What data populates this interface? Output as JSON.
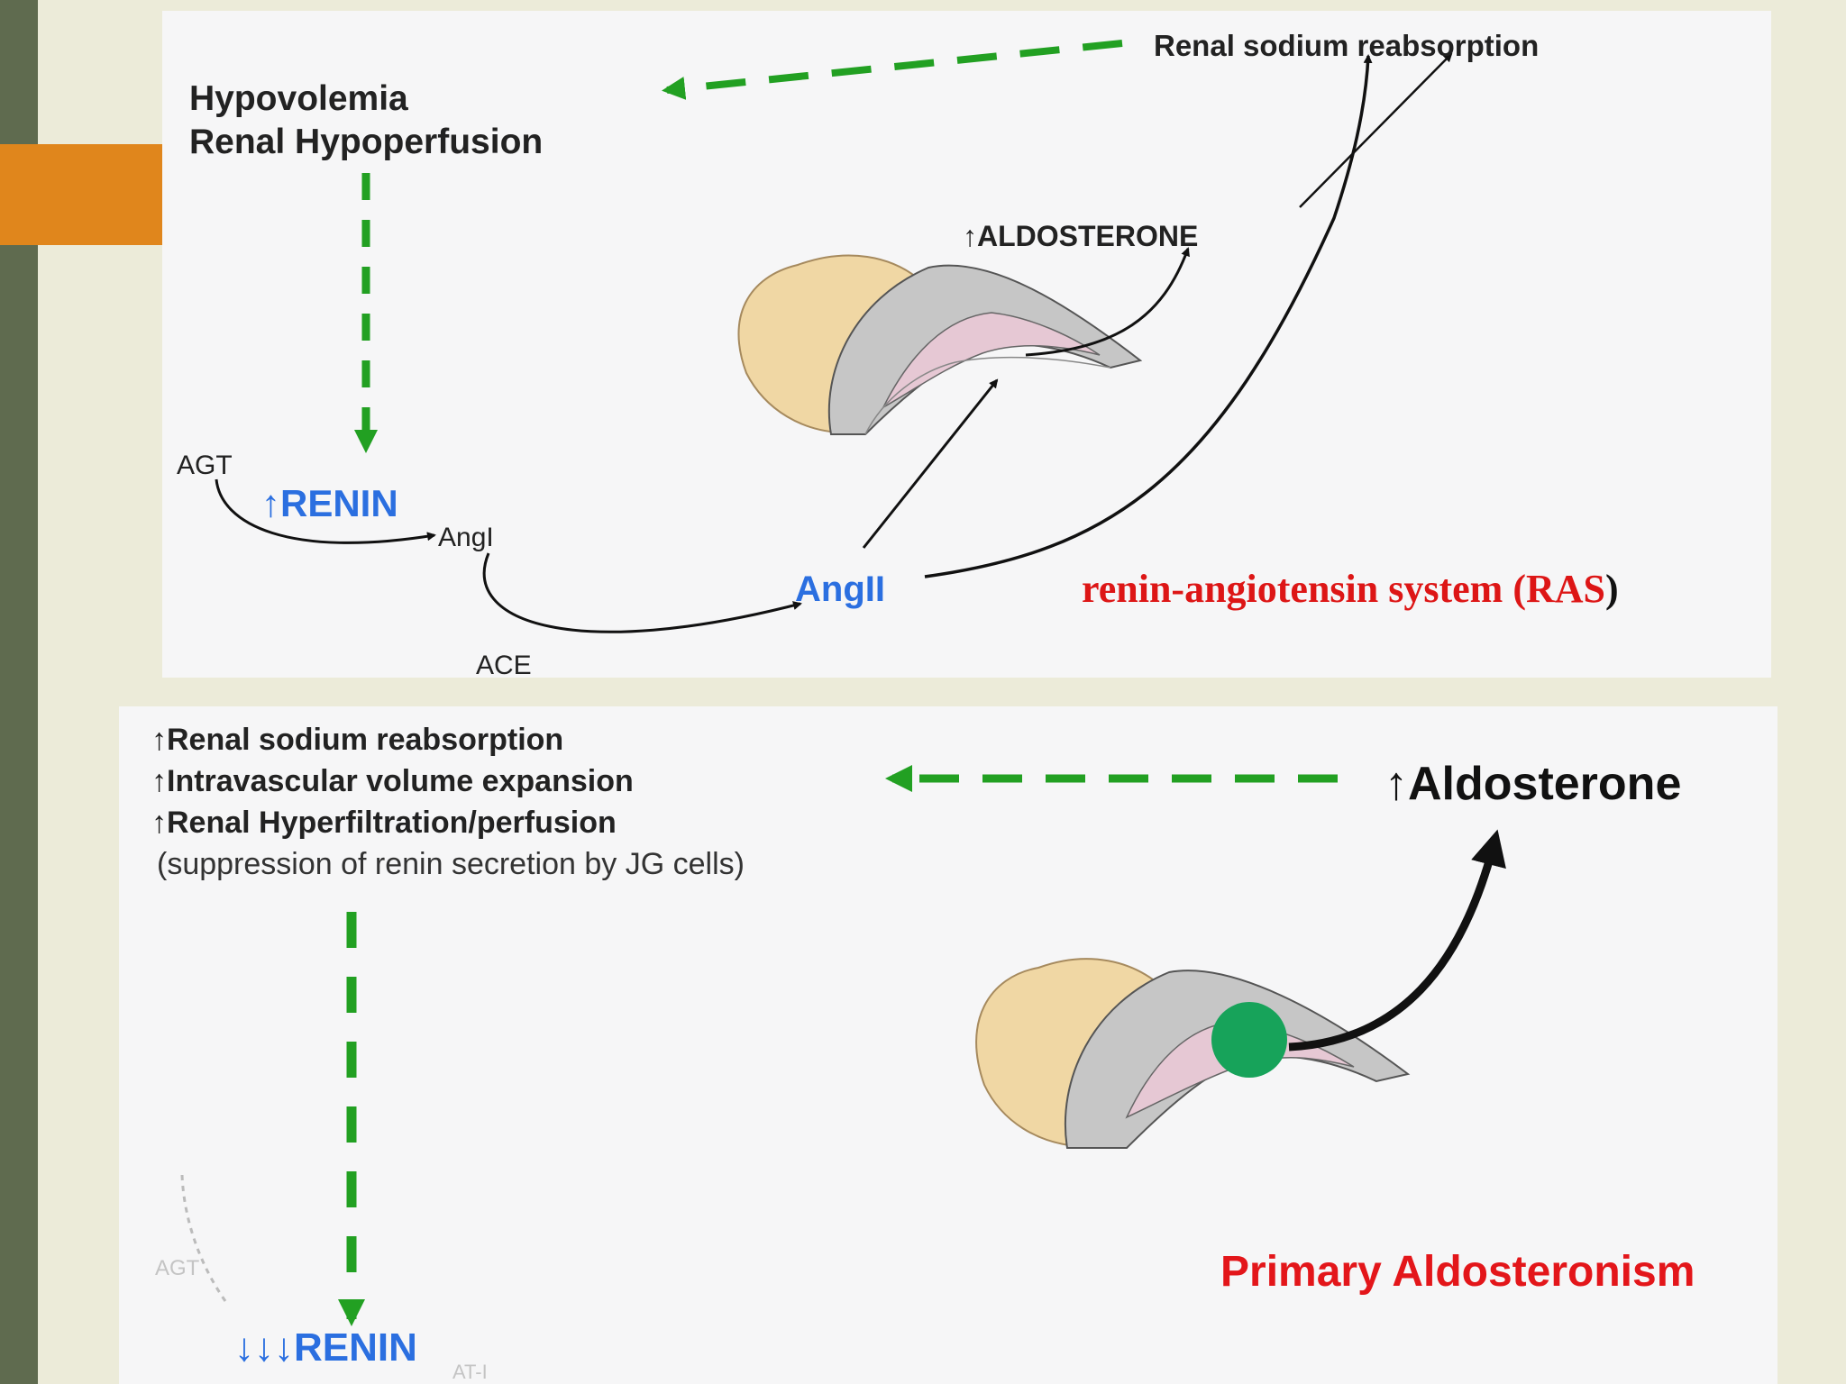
{
  "slide": {
    "accent_colors": {
      "left_band": "#5f6b4f",
      "orange_tab": "#e0861c",
      "background": "#ecebd9"
    }
  },
  "top_panel": {
    "hypovolemia_line1": "Hypovolemia",
    "hypovolemia_line2": "Renal Hypoperfusion",
    "renal_sodium": "Renal sodium reabsorption",
    "aldosterone": "↑ALDOSTERONE",
    "agt": "AGT",
    "renin": "↑RENIN",
    "angi": "AngI",
    "ace": "ACE",
    "angii": "AngII",
    "ras_label": "renin-angiotensin system (RAS",
    "ras_paren": ")",
    "colors": {
      "blue": "#2b6fe0",
      "green_dash": "#22a022",
      "red": "#dd1616"
    }
  },
  "bottom_panel": {
    "effects": [
      "↑Renal sodium reabsorption",
      "↑Intravascular volume expansion",
      "↑Renal Hyperfiltration/perfusion"
    ],
    "suppression_note": "(suppression of renin secretion by JG cells)",
    "aldosterone": "↑Aldosterone",
    "agt_faint": "AGT",
    "renin": "↓↓↓RENIN",
    "at_faint": "AT-I",
    "title": "Primary Aldosteronism",
    "colors": {
      "adenoma": "#17a35a",
      "red": "#e3161a"
    }
  }
}
